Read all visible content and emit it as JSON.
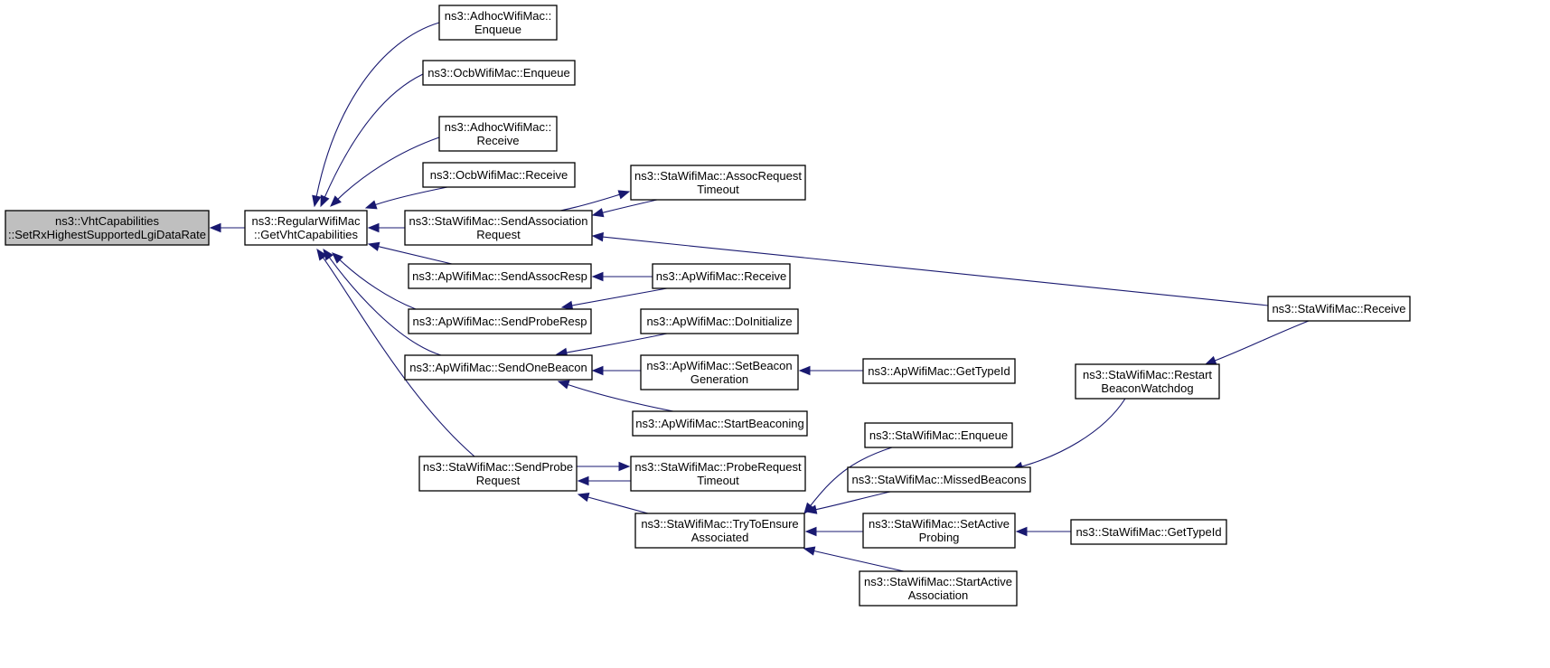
{
  "colors": {
    "edge": "#191970",
    "root_fill": "#bfbfbf",
    "node_fill": "#ffffff",
    "node_border": "#000000"
  },
  "nodes": [
    {
      "id": "vht",
      "lines": [
        "ns3::VhtCapabilities",
        "::SetRxHighestSupportedLgiDataRate"
      ],
      "root": true
    },
    {
      "id": "getvht",
      "lines": [
        "ns3::RegularWifiMac",
        "::GetVhtCapabilities"
      ]
    },
    {
      "id": "adhocEnq",
      "lines": [
        "ns3::AdhocWifiMac::",
        "Enqueue"
      ]
    },
    {
      "id": "ocbEnq",
      "lines": [
        "ns3::OcbWifiMac::Enqueue"
      ]
    },
    {
      "id": "adhocRecv",
      "lines": [
        "ns3::AdhocWifiMac::",
        "Receive"
      ]
    },
    {
      "id": "ocbRecv",
      "lines": [
        "ns3::OcbWifiMac::Receive"
      ]
    },
    {
      "id": "staSendAssoc",
      "lines": [
        "ns3::StaWifiMac::SendAssociation",
        "Request"
      ]
    },
    {
      "id": "apSendAssocResp",
      "lines": [
        "ns3::ApWifiMac::SendAssocResp"
      ]
    },
    {
      "id": "apSendProbeResp",
      "lines": [
        "ns3::ApWifiMac::SendProbeResp"
      ]
    },
    {
      "id": "apSendOneBeacon",
      "lines": [
        "ns3::ApWifiMac::SendOneBeacon"
      ]
    },
    {
      "id": "staSendProbe",
      "lines": [
        "ns3::StaWifiMac::SendProbe",
        "Request"
      ]
    },
    {
      "id": "staAssocTimeout",
      "lines": [
        "ns3::StaWifiMac::AssocRequest",
        "Timeout"
      ]
    },
    {
      "id": "apRecv",
      "lines": [
        "ns3::ApWifiMac::Receive"
      ]
    },
    {
      "id": "apDoInit",
      "lines": [
        "ns3::ApWifiMac::DoInitialize"
      ]
    },
    {
      "id": "apSetBeaconGen",
      "lines": [
        "ns3::ApWifiMac::SetBeacon",
        "Generation"
      ]
    },
    {
      "id": "apStartBeaconing",
      "lines": [
        "ns3::ApWifiMac::StartBeaconing"
      ]
    },
    {
      "id": "staProbeTimeout",
      "lines": [
        "ns3::StaWifiMac::ProbeRequest",
        "Timeout"
      ]
    },
    {
      "id": "staTryEnsure",
      "lines": [
        "ns3::StaWifiMac::TryToEnsure",
        "Associated"
      ]
    },
    {
      "id": "apGetTypeId",
      "lines": [
        "ns3::ApWifiMac::GetTypeId"
      ]
    },
    {
      "id": "staEnq",
      "lines": [
        "ns3::StaWifiMac::Enqueue"
      ]
    },
    {
      "id": "staMissed",
      "lines": [
        "ns3::StaWifiMac::MissedBeacons"
      ]
    },
    {
      "id": "staSetActive",
      "lines": [
        "ns3::StaWifiMac::SetActive",
        "Probing"
      ]
    },
    {
      "id": "staStartActive",
      "lines": [
        "ns3::StaWifiMac::StartActive",
        "Association"
      ]
    },
    {
      "id": "staRestart",
      "lines": [
        "ns3::StaWifiMac::Restart",
        "BeaconWatchdog"
      ]
    },
    {
      "id": "staGetTypeId",
      "lines": [
        "ns3::StaWifiMac::GetTypeId"
      ]
    },
    {
      "id": "staRecv",
      "lines": [
        "ns3::StaWifiMac::Receive"
      ]
    }
  ],
  "edges": [
    {
      "from": "getvht",
      "to": "vht"
    },
    {
      "from": "adhocEnq",
      "to": "getvht"
    },
    {
      "from": "ocbEnq",
      "to": "getvht"
    },
    {
      "from": "adhocRecv",
      "to": "getvht"
    },
    {
      "from": "ocbRecv",
      "to": "getvht"
    },
    {
      "from": "staSendAssoc",
      "to": "getvht"
    },
    {
      "from": "apSendAssocResp",
      "to": "getvht"
    },
    {
      "from": "apSendProbeResp",
      "to": "getvht"
    },
    {
      "from": "apSendOneBeacon",
      "to": "getvht"
    },
    {
      "from": "staSendProbe",
      "to": "getvht"
    },
    {
      "from": "staAssocTimeout",
      "to": "staSendAssoc"
    },
    {
      "from": "staSendAssoc",
      "to": "staAssocTimeout"
    },
    {
      "from": "staRecv",
      "to": "staSendAssoc"
    },
    {
      "from": "apRecv",
      "to": "apSendAssocResp"
    },
    {
      "from": "apRecv",
      "to": "apSendProbeResp"
    },
    {
      "from": "apDoInit",
      "to": "apSendOneBeacon"
    },
    {
      "from": "apSetBeaconGen",
      "to": "apSendOneBeacon"
    },
    {
      "from": "apStartBeaconing",
      "to": "apSendOneBeacon"
    },
    {
      "from": "apGetTypeId",
      "to": "apSetBeaconGen"
    },
    {
      "from": "staSendProbe",
      "to": "staProbeTimeout"
    },
    {
      "from": "staProbeTimeout",
      "to": "staSendProbe"
    },
    {
      "from": "staTryEnsure",
      "to": "staSendProbe"
    },
    {
      "from": "staEnq",
      "to": "staTryEnsure"
    },
    {
      "from": "staMissed",
      "to": "staTryEnsure"
    },
    {
      "from": "staSetActive",
      "to": "staTryEnsure"
    },
    {
      "from": "staStartActive",
      "to": "staTryEnsure"
    },
    {
      "from": "staRestart",
      "to": "staMissed"
    },
    {
      "from": "staGetTypeId",
      "to": "staSetActive"
    },
    {
      "from": "staRecv",
      "to": "staRestart"
    }
  ]
}
